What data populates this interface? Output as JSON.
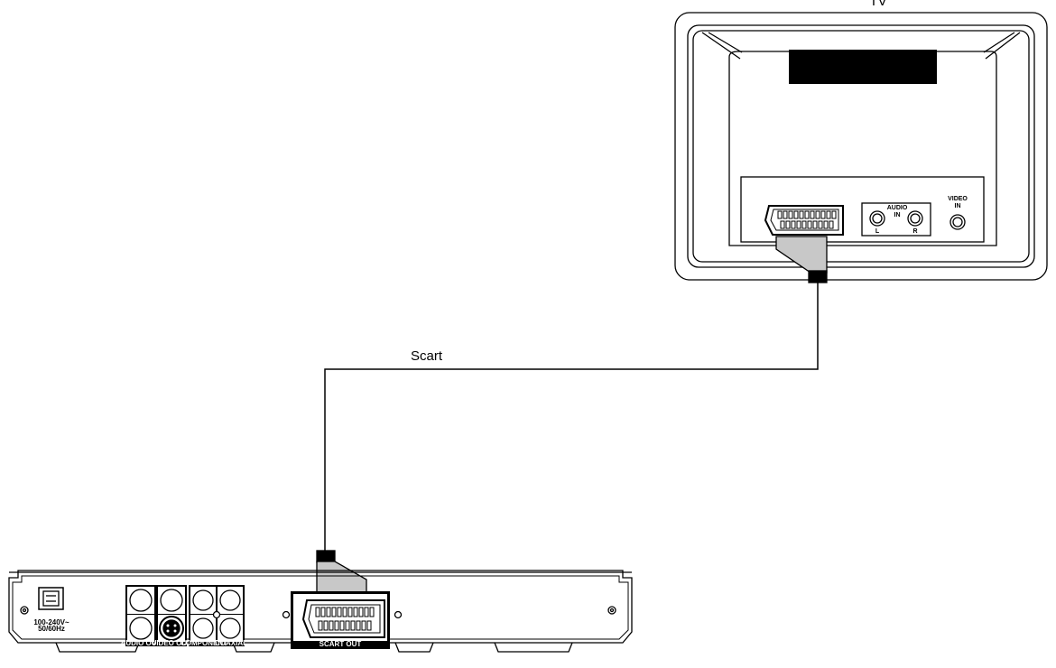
{
  "tv": {
    "title": "TV",
    "panel": {
      "audio_in_label_1": "AUDIO",
      "audio_in_label_2": "IN",
      "audio_left": "L",
      "audio_right": "R",
      "video_in_label_1": "VIDEO",
      "video_in_label_2": "IN"
    }
  },
  "cable": {
    "label": "Scart"
  },
  "player": {
    "power_label_1": "100-240V~",
    "power_label_2": "50/60Hz",
    "audio_out_label": "AUDIO OUT",
    "video_out_label": "VIDEO OUT",
    "component_label": "COMPONENT",
    "coaxial_label": "COAXIAL",
    "scart_out_label": "SCART OUT"
  },
  "colors": {
    "line": "#000000",
    "plug_fill": "#c8c8c8",
    "plug_band": "#000000",
    "screen_bar": "#000000",
    "background": "#ffffff"
  }
}
